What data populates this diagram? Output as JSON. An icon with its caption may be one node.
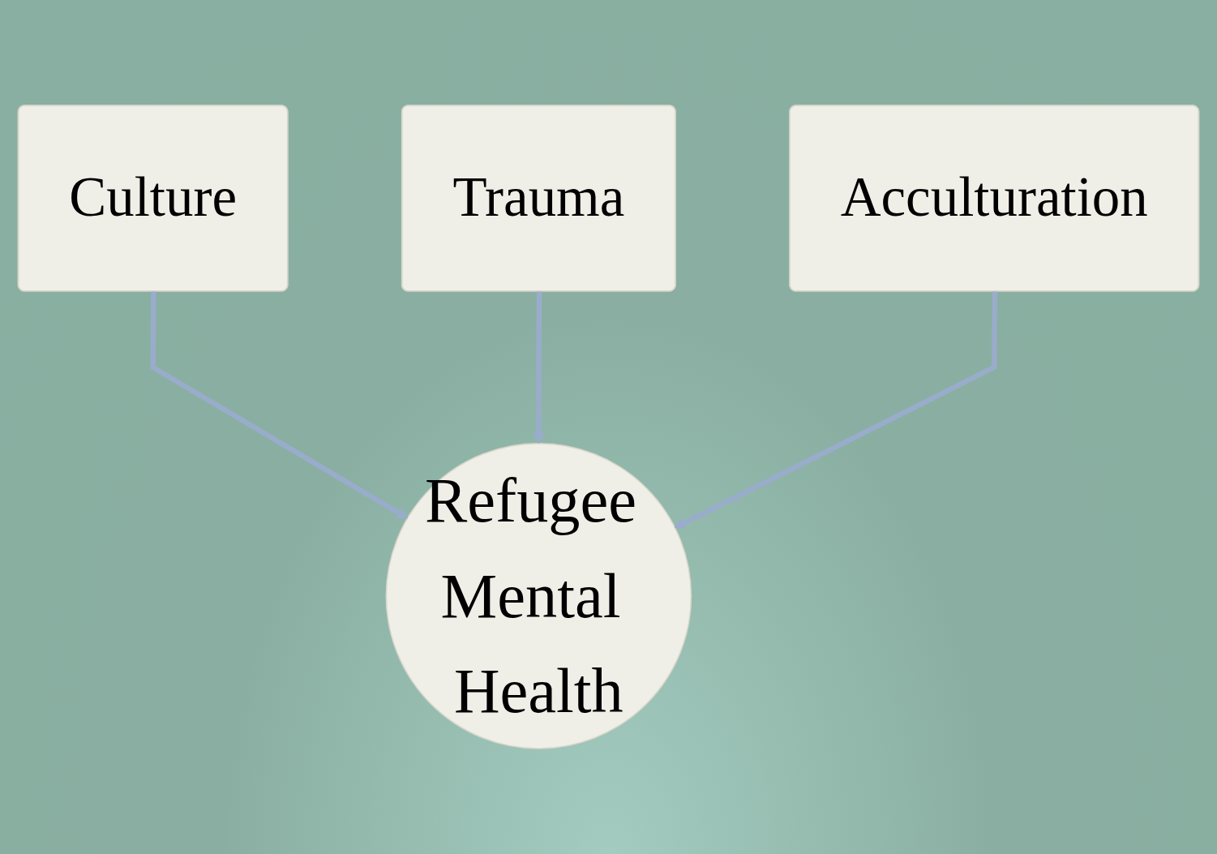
{
  "diagram": {
    "nodes": [
      {
        "text": [
          "Trauma"
        ]
      },
      {
        "text": [
          "Culture"
        ]
      },
      {
        "text": [
          "Acculturation"
        ]
      },
      {
        "text": [
          "Refugee Mental Health"
        ]
      }
    ],
    "edges": [
      {
        "from": 1,
        "to": 3,
        "arrow": "to"
      },
      {
        "from": 0,
        "to": 3,
        "arrow": "to"
      },
      {
        "from": 2,
        "to": 3,
        "arrow": "to"
      }
    ]
  }
}
